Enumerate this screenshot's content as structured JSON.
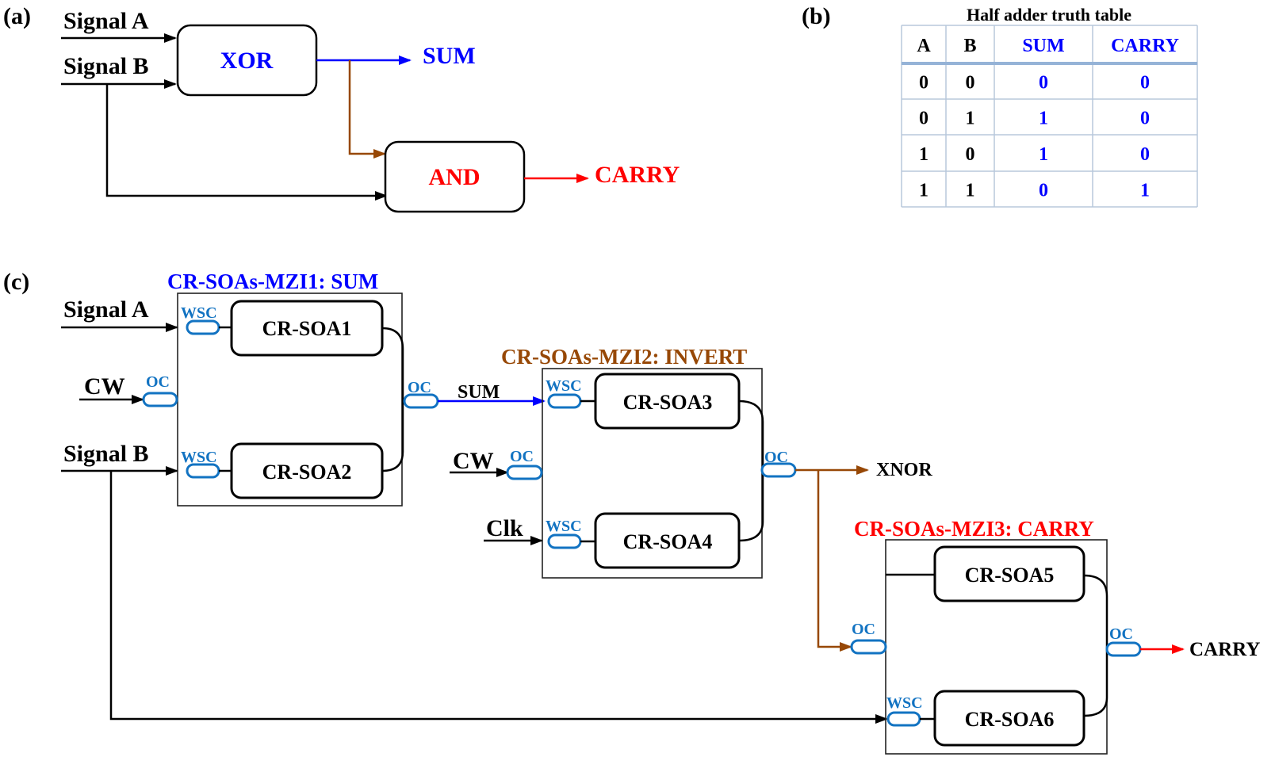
{
  "colors": {
    "black": "#000000",
    "blue": "#0000ff",
    "brown": "#974806",
    "red": "#ff0000",
    "coupler_blue": "#1273c2"
  },
  "panel_a": {
    "label": "(a)",
    "inputs": [
      "Signal A",
      "Signal B"
    ],
    "gates": [
      {
        "name": "XOR",
        "color": "blue"
      },
      {
        "name": "AND",
        "color": "red"
      }
    ],
    "outputs": [
      {
        "label": "SUM",
        "color": "blue"
      },
      {
        "label": "CARRY",
        "color": "red"
      }
    ]
  },
  "panel_b": {
    "label": "(b)",
    "table_title": "Half adder truth table",
    "headers": [
      {
        "text": "A",
        "color": "black"
      },
      {
        "text": "B",
        "color": "black"
      },
      {
        "text": "SUM",
        "color": "blue"
      },
      {
        "text": "CARRY",
        "color": "blue"
      }
    ],
    "rows": [
      [
        "0",
        "0",
        "0",
        "0"
      ],
      [
        "0",
        "1",
        "1",
        "0"
      ],
      [
        "1",
        "0",
        "1",
        "0"
      ],
      [
        "1",
        "1",
        "0",
        "1"
      ]
    ]
  },
  "panel_c": {
    "label": "(c)",
    "inputs": {
      "signal_a": "Signal A",
      "signal_b": "Signal B",
      "cw1": "CW",
      "cw2": "CW",
      "clk": "Clk"
    },
    "mzis": [
      {
        "title": "CR-SOAs-MZI1: SUM",
        "color": "blue",
        "soas": [
          "CR-SOA1",
          "CR-SOA2"
        ]
      },
      {
        "title": "CR-SOAs-MZI2: INVERT",
        "color": "brown",
        "soas": [
          "CR-SOA3",
          "CR-SOA4"
        ]
      },
      {
        "title": "CR-SOAs-MZI3: CARRY",
        "color": "red",
        "soas": [
          "CR-SOA5",
          "CR-SOA6"
        ]
      }
    ],
    "coupler_labels": {
      "wsc": "WSC",
      "oc": "OC"
    },
    "signals": {
      "sum": "SUM",
      "xnor": "XNOR",
      "carry": "CARRY"
    }
  }
}
